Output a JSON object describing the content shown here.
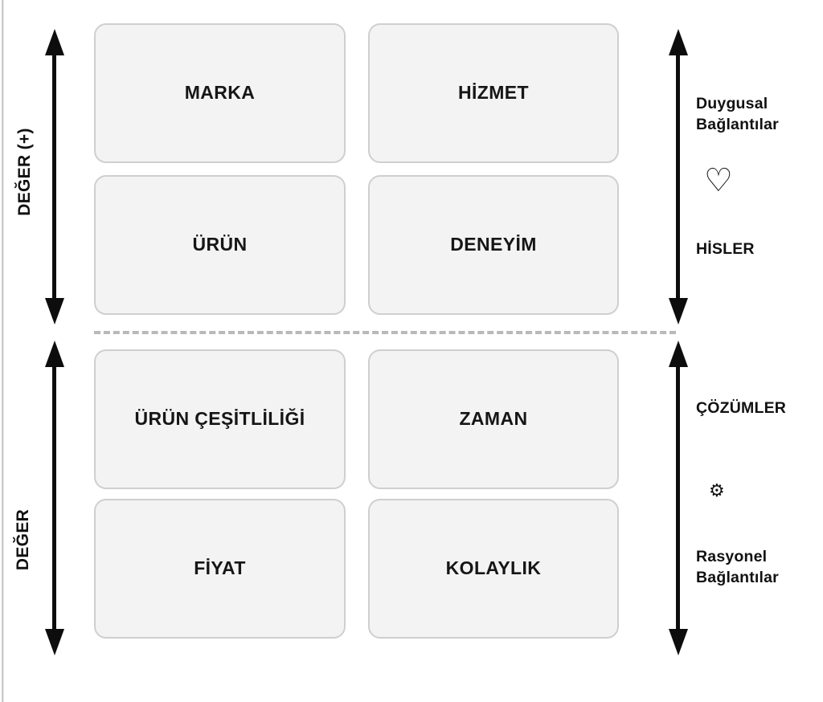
{
  "diagram": {
    "title_axis_upper": "DEĞER (+)",
    "title_axis_lower": "DEĞER",
    "divider": "dashed-separator",
    "cards": [
      {
        "id": "marka",
        "label": "MARKA",
        "column": "left",
        "row": 1
      },
      {
        "id": "hizmet",
        "label": "HİZMET",
        "column": "right",
        "row": 1
      },
      {
        "id": "urun",
        "label": "ÜRÜN",
        "column": "left",
        "row": 2
      },
      {
        "id": "deneyim",
        "label": "DENEYİM",
        "column": "right",
        "row": 2
      },
      {
        "id": "urun-cesitliligi",
        "label": "ÜRÜN\nÇEŞİTLİLİĞİ",
        "column": "left",
        "row": 3
      },
      {
        "id": "zaman",
        "label": "ZAMAN",
        "column": "right",
        "row": 3
      },
      {
        "id": "fiyat",
        "label": "FİYAT",
        "column": "left",
        "row": 4
      },
      {
        "id": "kolaylik",
        "label": "KOLAYLIK",
        "column": "right",
        "row": 4
      }
    ],
    "side_labels": {
      "emotional": "Duygusal\nBağlantılar",
      "feelings": "HİSLER",
      "solutions": "ÇÖZÜMLER",
      "rational": "Rasyonel\nBağlantılar"
    },
    "icons": {
      "heart": "♡",
      "gear": "⚙"
    },
    "colors": {
      "card_fill": "#f3f3f3",
      "card_border": "#cfcfcf",
      "arrow": "#0d0d0d",
      "divider": "#b9b9b9",
      "text": "#111111",
      "background": "#ffffff"
    }
  }
}
